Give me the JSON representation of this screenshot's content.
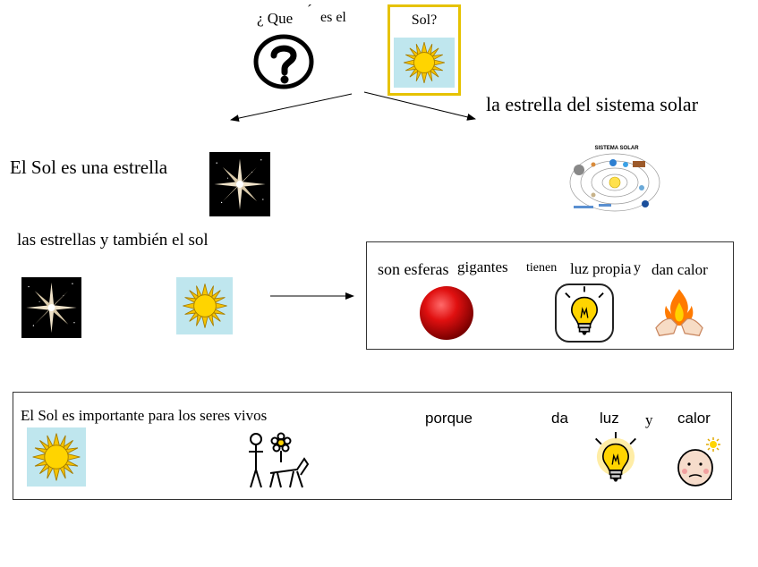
{
  "title": {
    "q1": "¿ Que",
    "accent": "´",
    "q2": "es el",
    "q3": "Sol?"
  },
  "right_branch": {
    "text": "la estrella del sistema solar",
    "image_label": "SISTEMA SOLAR"
  },
  "left_branch": {
    "text": "El Sol es una estrella"
  },
  "stars_row": {
    "text": "las estrellas y también el sol"
  },
  "features_box": {
    "spheres": "son esferas",
    "giant": "gigantes",
    "have": "tienen",
    "own_light": "luz propia",
    "and": "y",
    "heat": "dan calor"
  },
  "bottom_box": {
    "statement": "El Sol es importante para los seres vivos",
    "because": "porque",
    "gives": "da",
    "light": "luz",
    "and": "y",
    "heat": "calor"
  },
  "icons": {
    "question": "question-mark-icon",
    "sun": "sun-icon",
    "star": "star-icon",
    "solar_system": "solar-system-icon",
    "sphere": "red-sphere-icon",
    "bulb": "light-bulb-icon",
    "fire": "fire-hands-icon",
    "living": "living-beings-icon",
    "face": "warm-face-icon"
  },
  "colors": {
    "sun": "#f5c400",
    "sun_bg": "#bfe6ee",
    "sphere": "#d40000",
    "frame_gold": "#e6c200"
  }
}
